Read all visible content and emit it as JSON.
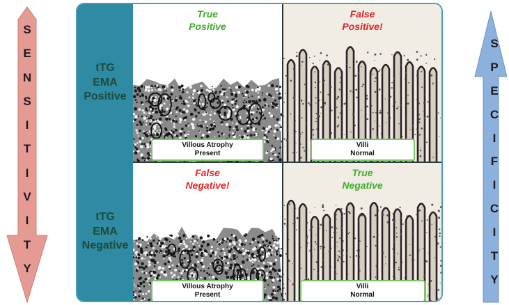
{
  "left_arrow": {
    "letters": [
      "S",
      "E",
      "N",
      "S",
      "I",
      "T",
      "I",
      "V",
      "I",
      "T",
      "Y"
    ],
    "color": "#e59b94"
  },
  "right_arrow": {
    "letters": [
      "S",
      "P",
      "E",
      "C",
      "I",
      "F",
      "I",
      "C",
      "I",
      "T",
      "Y"
    ],
    "color": "#8db1dd"
  },
  "rows": [
    {
      "lines": [
        "tTG",
        "EMA",
        "Positive"
      ]
    },
    {
      "lines": [
        "tTG",
        "EMA",
        "Negative"
      ]
    }
  ],
  "cells": [
    {
      "heading": [
        "True",
        "Positive"
      ],
      "heading_color": "#3fae2a",
      "caption": [
        "Villous Atrophy",
        "Present"
      ],
      "tissue": "atrophy"
    },
    {
      "heading": [
        "False",
        "Positive!"
      ],
      "heading_color": "#e52222",
      "caption": [
        "Villi",
        "Normal"
      ],
      "tissue": "normal"
    },
    {
      "heading": [
        "False",
        "Negative!"
      ],
      "heading_color": "#e52222",
      "caption": [
        "Villous Atrophy",
        "Present"
      ],
      "tissue": "atrophy"
    },
    {
      "heading": [
        "True",
        "Negative"
      ],
      "heading_color": "#3fae2a",
      "caption": [
        "Villi",
        "Normal"
      ],
      "tissue": "normal"
    }
  ],
  "colors": {
    "matrix_label_bg": "#2e8ba3",
    "label_text": "#1f4a3a",
    "caption_border": "#7cc46a"
  }
}
